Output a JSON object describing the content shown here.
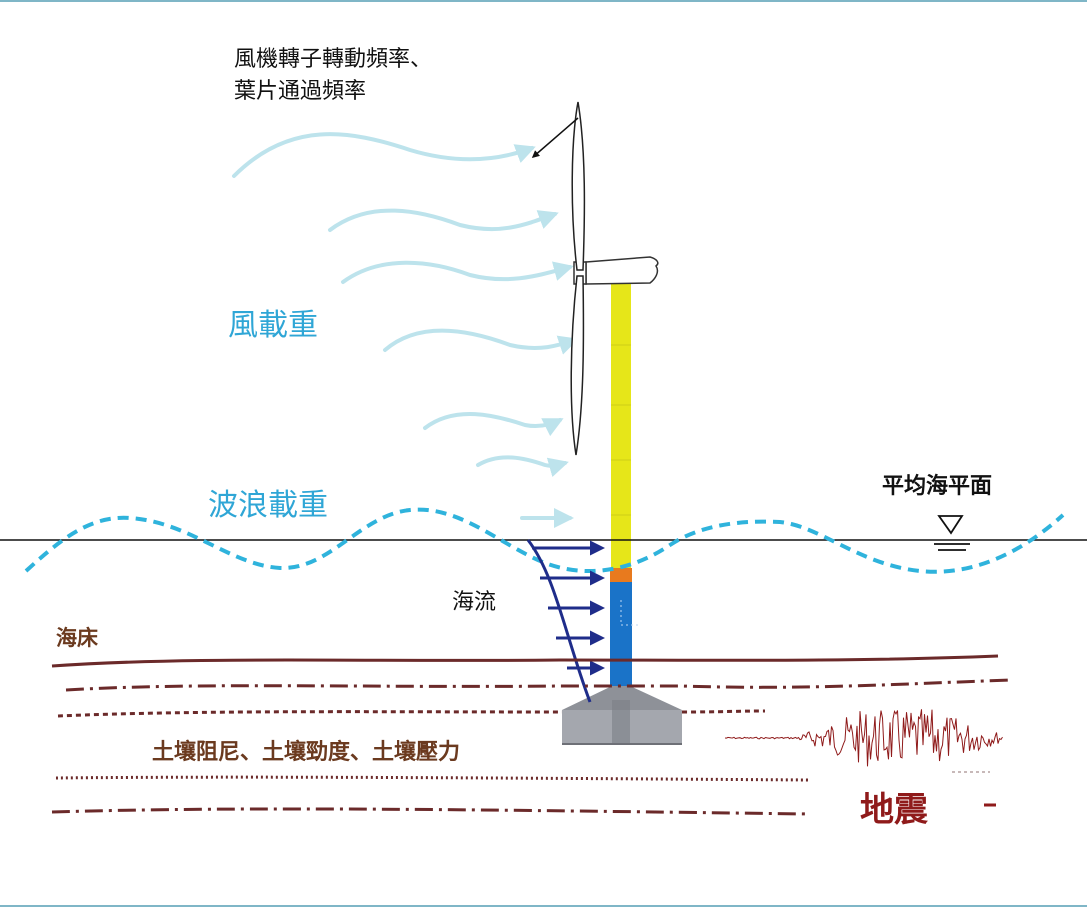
{
  "labels": {
    "rotor_line1": "風機轉子轉動頻率、",
    "rotor_line2": "葉片通過頻率",
    "wind_load": "風載重",
    "wave_load": "波浪載重",
    "mean_sea_level": "平均海平面",
    "current": "海流",
    "seabed": "海床",
    "soil": "土壤阻尼、土壤勁度、土壤壓力",
    "earthquake": "地震"
  },
  "colors": {
    "wind_arrow": "#bde3ec",
    "wave_line": "#2fb3dc",
    "tower": "#e6e619",
    "transition_piece": "#e87a1e",
    "monopile": "#1a73c8",
    "current_arrow": "#1f2d8a",
    "seabed_line": "#6b2a2a",
    "soil_text": "#6b3a1f",
    "quake_text": "#8f1a1a",
    "foundation": "#9a9ea6"
  },
  "icons": [
    "sea-level-triangle-icon",
    "seismograph-waveform"
  ]
}
